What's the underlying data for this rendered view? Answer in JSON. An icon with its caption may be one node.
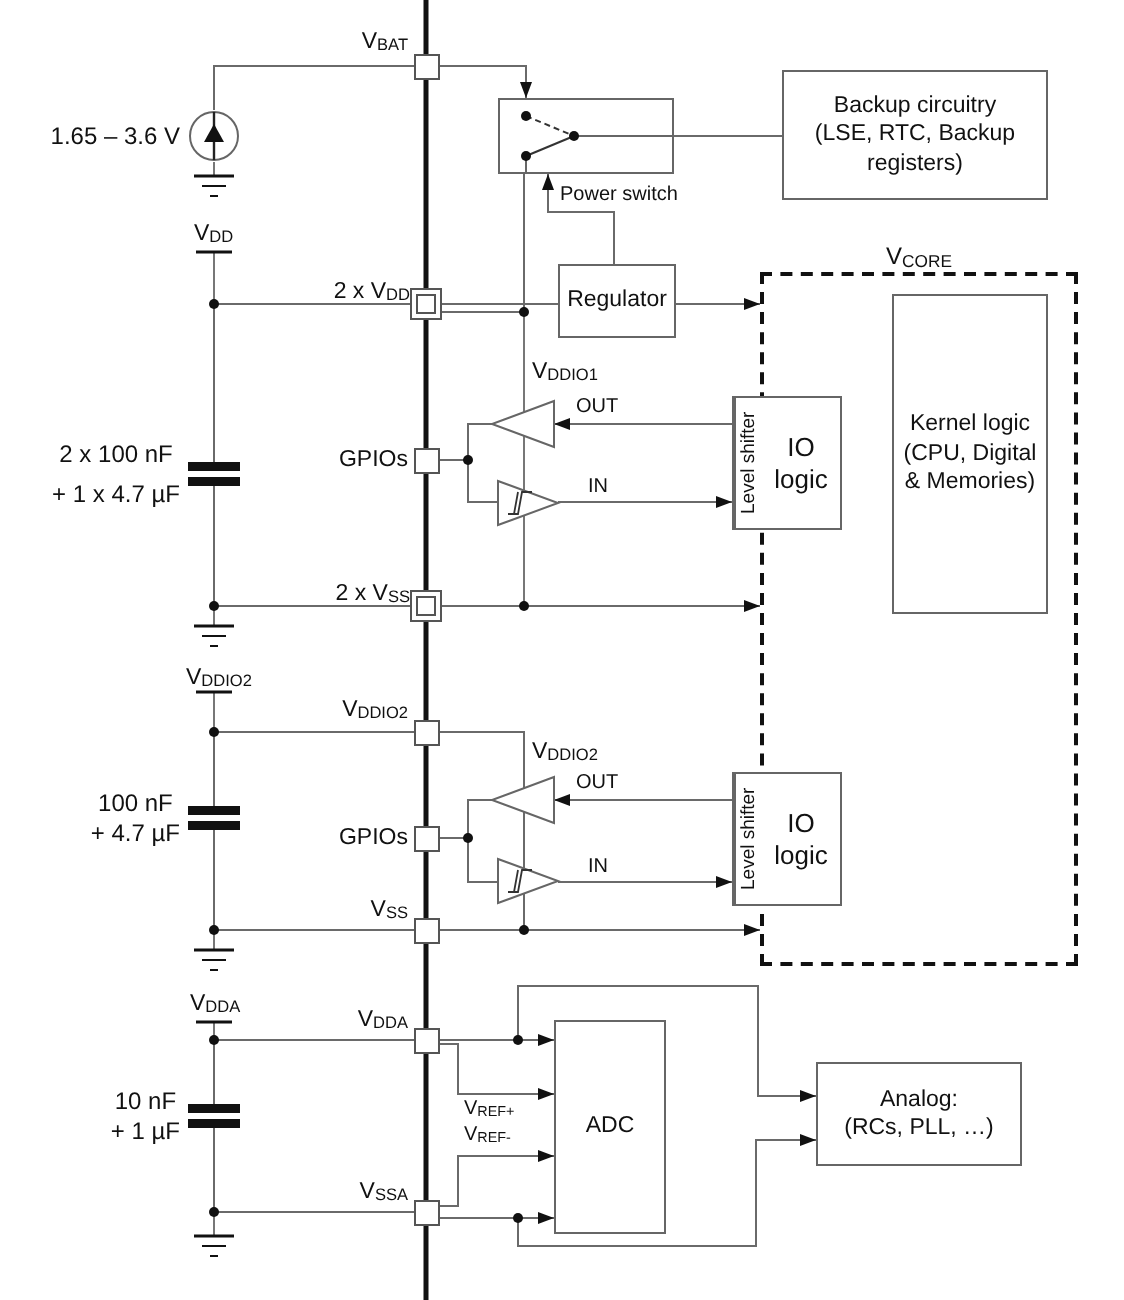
{
  "diagram": {
    "nodes": [
      {
        "text": [
          "V$_{BAT}$"
        ]
      },
      {
        "text": [
          "2 x V$_{DD}$"
        ]
      },
      {
        "text": [
          "GPIOs"
        ]
      },
      {
        "text": [
          "2 x V$_{SS}$"
        ]
      },
      {
        "text": [
          "V$_{DDIO2}$"
        ]
      },
      {
        "text": [
          "GPIOs"
        ]
      },
      {
        "text": [
          "V$_{SS}$"
        ]
      },
      {
        "text": [
          "V$_{DDA}$"
        ]
      },
      {
        "text": [
          "V$_{SSA}$"
        ]
      },
      {
        "text": [],
        "shape": "circle",
        "beside": [
          "1.65 – 3.6 V"
        ]
      },
      {
        "text": [],
        "shape": "box"
      },
      {
        "text": [
          "Backup circuitry",
          "(LSE, RTC, Backup registers)"
        ]
      },
      {
        "text": [
          "Regulator"
        ]
      },
      {
        "text": [
          "V$_{CORE}$"
        ]
      },
      {
        "text": [
          "Kernel logic",
          "(CPU, Digital & Memories)"
        ],
        "in": 13
      },
      {
        "text": [
          "Level shifter",
          "IO logic"
        ]
      },
      {
        "text": [],
        "shape": "triangle"
      },
      {
        "text": [],
        "shape": "triangle"
      },
      {
        "text": [
          "Level shifter",
          "IO logic"
        ]
      },
      {
        "text": [],
        "shape": "triangle"
      },
      {
        "text": [],
        "shape": "triangle"
      },
      {
        "text": [
          "ADC"
        ]
      },
      {
        "text": [
          "Analog:",
          "(RCs, PLL, …)"
        ]
      },
      {
        "text": [],
        "shape": "capacitor",
        "beside": [
          "2 x 100 nF",
          "+ 1 x 4.7 µF"
        ]
      },
      {
        "text": [],
        "shape": "capacitor",
        "beside": [
          "100 nF",
          "+ 4.7 µF"
        ]
      },
      {
        "text": [],
        "shape": "capacitor",
        "beside": [
          "10 nF",
          "+ 1 µF"
        ]
      }
    ],
    "edges": [
      {
        "from": 9,
        "to": 0,
        "arrow": "none"
      },
      {
        "from": 0,
        "to": 10,
        "arrow": "to"
      },
      {
        "from": 10,
        "to": 11,
        "arrow": "none"
      },
      {
        "from": 12,
        "to": 10,
        "arrow": "to",
        "label": "Power switch"
      },
      {
        "from": 1,
        "to": 12,
        "arrow": "none"
      },
      {
        "from": 1,
        "to": 10,
        "arrow": "none"
      },
      {
        "from": 12,
        "to": 13,
        "arrow": "to"
      },
      {
        "from": 3,
        "to": 13,
        "arrow": "to"
      },
      {
        "from": 15,
        "to": 16,
        "arrow": "to",
        "label": "OUT"
      },
      {
        "from": 16,
        "to": 2,
        "arrow": "none"
      },
      {
        "from": 2,
        "to": 17,
        "arrow": "none"
      },
      {
        "from": 17,
        "to": 15,
        "arrow": "to",
        "label": "IN"
      },
      {
        "from": 18,
        "to": 19,
        "arrow": "to",
        "label": "OUT"
      },
      {
        "from": 19,
        "to": 5,
        "arrow": "none"
      },
      {
        "from": 5,
        "to": 20,
        "arrow": "none"
      },
      {
        "from": 20,
        "to": 18,
        "arrow": "to",
        "label": "IN"
      },
      {
        "from": 6,
        "to": 13,
        "arrow": "to"
      },
      {
        "from": 7,
        "to": 21,
        "arrow": "to"
      },
      {
        "from": 7,
        "to": 21,
        "arrow": "to",
        "label": "V$_{REF+}$"
      },
      {
        "from": 8,
        "to": 21,
        "arrow": "to",
        "label": "V$_{REF-}$"
      },
      {
        "from": 8,
        "to": 21,
        "arrow": "to"
      },
      {
        "from": 7,
        "to": 22,
        "arrow": "to"
      },
      {
        "from": 8,
        "to": 22,
        "arrow": "to"
      },
      {
        "from": 23,
        "to": 1,
        "arrow": "none"
      },
      {
        "from": 23,
        "to": 3,
        "arrow": "none"
      },
      {
        "from": 24,
        "to": 4,
        "arrow": "none"
      },
      {
        "from": 24,
        "to": 6,
        "arrow": "none"
      },
      {
        "from": 25,
        "to": 7,
        "arrow": "none"
      },
      {
        "from": 25,
        "to": 8,
        "arrow": "none"
      },
      {
        "from": 4,
        "to": 6,
        "arrow": "none"
      }
    ],
    "labels": [
      "V$_{DD}$",
      "V$_{DDIO1}$",
      "V$_{DDIO2}$",
      "V$_{DDIO2}$",
      "V$_{DDA}$"
    ]
  }
}
